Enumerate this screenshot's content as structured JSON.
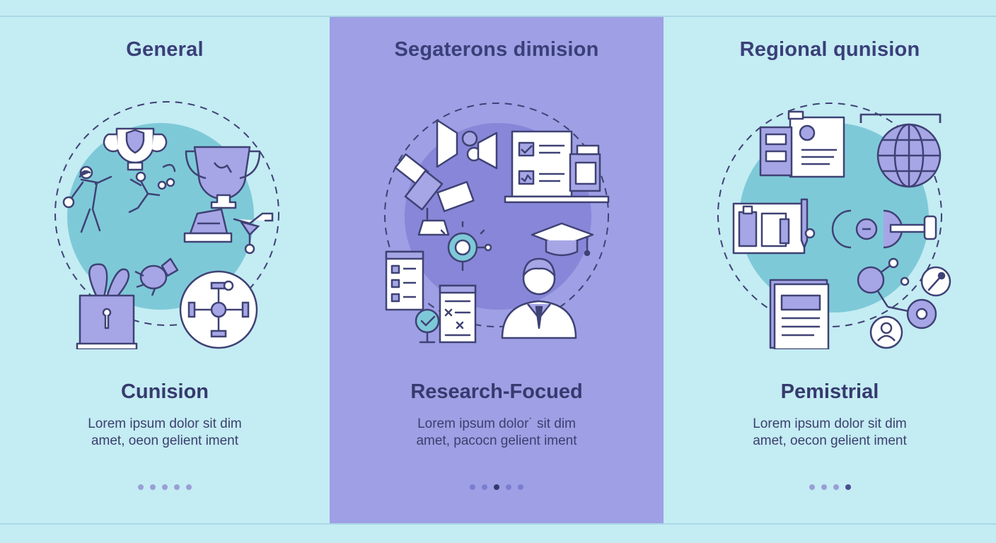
{
  "panels": [
    {
      "title": "General",
      "heading": "Cunision",
      "text_line1": "Lorem ipsum dolor sit dim",
      "text_line2": "amet, oeon gelient iment",
      "dots": 5,
      "active_dot": -1
    },
    {
      "title": "Segaterons dimision",
      "heading": "Research-Focued",
      "text_line1": "Lorem ipsum dolor˙ sit dim",
      "text_line2": "amet, pacocn gelient iment",
      "dots": 5,
      "active_dot": 2
    },
    {
      "title": "Regional qunision",
      "heading": "Pemistrial",
      "text_line1": "Lorem ipsum dolor sit dim",
      "text_line2": "amet, oecon gelient iment",
      "dots": 4,
      "active_dot": 3
    }
  ],
  "colors": {
    "background": "#c4ecf3",
    "highlight_panel": "#9e9fe4",
    "circle_teal": "#7ec9d8",
    "circle_purple": "#8886d8",
    "icon_fill": "#a6a6e6",
    "stroke": "#3f4275",
    "heading": "#363a6e"
  },
  "icons": {
    "panel1": [
      "trophy-shield-icon",
      "trophy-icon",
      "basketball-player-icon",
      "climber-icon",
      "podium-icon",
      "funnel-icon",
      "gift-box-icon",
      "bug-icon",
      "molecule-icon"
    ],
    "panel2": [
      "speaker-icon",
      "telescope-icon",
      "checklist-board-icon",
      "lightbulb-icon",
      "graduation-cap-icon",
      "checklist-icon",
      "checkmark-badge-icon",
      "test-sheet-icon",
      "scientist-icon"
    ],
    "panel3": [
      "id-card-icon",
      "globe-icon",
      "document-bottle-icon",
      "dumbbell-icon",
      "newspaper-icon",
      "network-icon",
      "user-circle-icon",
      "pen-circle-icon"
    ]
  }
}
